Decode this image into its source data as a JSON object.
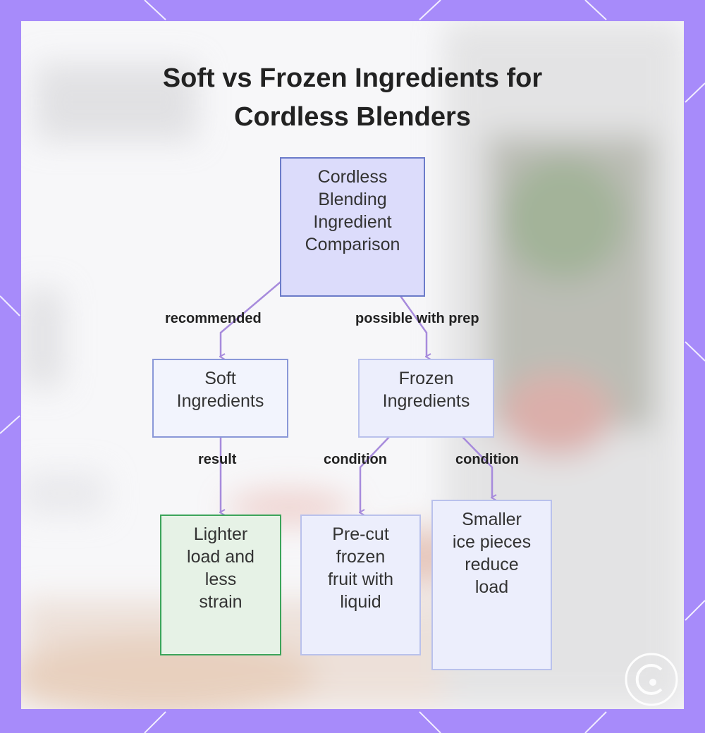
{
  "title": {
    "line1": "Soft vs Frozen Ingredients for",
    "line2": "Cordless Blenders"
  },
  "nodes": {
    "root": [
      "Cordless",
      "Blending",
      "Ingredient",
      "Comparison"
    ],
    "soft": [
      "Soft",
      "Ingredients"
    ],
    "frozen": [
      "Frozen",
      "Ingredients"
    ],
    "lighter": [
      "Lighter",
      "load and",
      "less",
      "strain"
    ],
    "precut": [
      "Pre-cut",
      "frozen",
      "fruit with",
      "liquid"
    ],
    "smaller": [
      "Smaller",
      "ice pieces",
      "reduce",
      "load"
    ]
  },
  "edges": {
    "recommended": "recommended",
    "possible": "possible with prep",
    "result": "result",
    "condition_left": "condition",
    "condition_right": "condition"
  },
  "colors": {
    "frame": "#a78bfa",
    "edge": "#a78bdc",
    "root_fill": "#dcdcfb",
    "root_border": "#6b7bc9",
    "soft_fill": "#f2f4fd",
    "soft_border": "#8a98d8",
    "outcome_fill": "#e6f2e6",
    "outcome_border": "#3ba45a",
    "frozen_fill": "#eceefc",
    "frozen_border": "#b9c1ec"
  },
  "icons": {
    "logo": "circular-c-logo-icon"
  }
}
